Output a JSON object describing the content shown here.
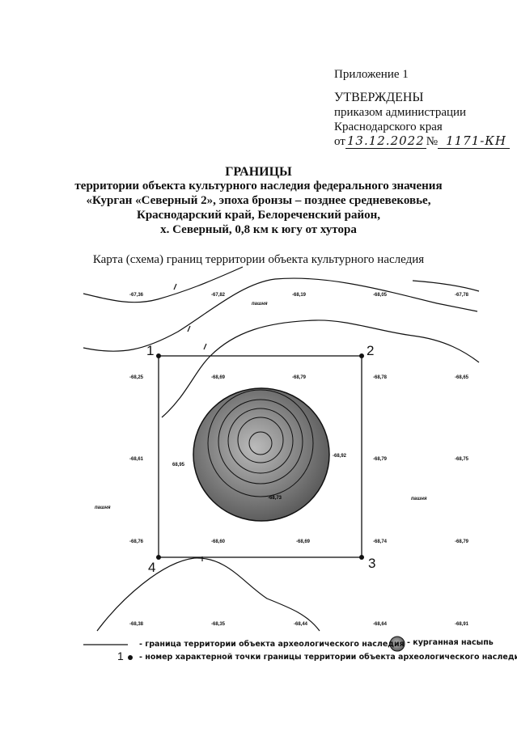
{
  "header": {
    "appendix": "Приложение 1",
    "approved": "УТВЕРЖДЕНЫ",
    "order_line1": "приказом администрации",
    "order_line2": "Краснодарского края",
    "from_prefix": "от",
    "date": "13.12.2022",
    "number_prefix": "№",
    "number": "1171-КН"
  },
  "title": {
    "line1": "ГРАНИЦЫ",
    "line2": "территории объекта культурного наследия федерального значения",
    "line3": "«Курган «Северный 2», эпоха бронзы – позднее средневековье,",
    "line4": "Краснодарский край, Белореченский район,",
    "line5": "х. Северный, 0,8 км к югу от хутора"
  },
  "map": {
    "caption": "Карта (схема) границ территории объекта культурного наследия",
    "elevations": [
      [
        "-67,36",
        "-67,82",
        "-68,19",
        "-68,05",
        "-67,78"
      ],
      [
        "-68,25",
        "-68,69",
        "-68,79",
        "-68,78",
        "-68,65"
      ],
      [
        "-68,61",
        "-68,79",
        "-68,75"
      ],
      [
        "-68,76",
        "-68,60",
        "-68,69",
        "-68,74",
        "-68,79"
      ],
      [
        "-68,38",
        "-68,35",
        "-68,44",
        "-68,64",
        "-68,91"
      ]
    ],
    "mound_elevations": {
      "west": "68,95",
      "east": "-68,92",
      "south": "-68,73"
    },
    "land_label": "пашня",
    "points": [
      "1",
      "2",
      "3",
      "4"
    ]
  },
  "legend": {
    "boundary": "- граница территории объекта археологического наследия",
    "mound": "- курганная насыпь",
    "point_number": "1",
    "point": "- номер характерной точки границы территории объекта археологического наследия"
  }
}
